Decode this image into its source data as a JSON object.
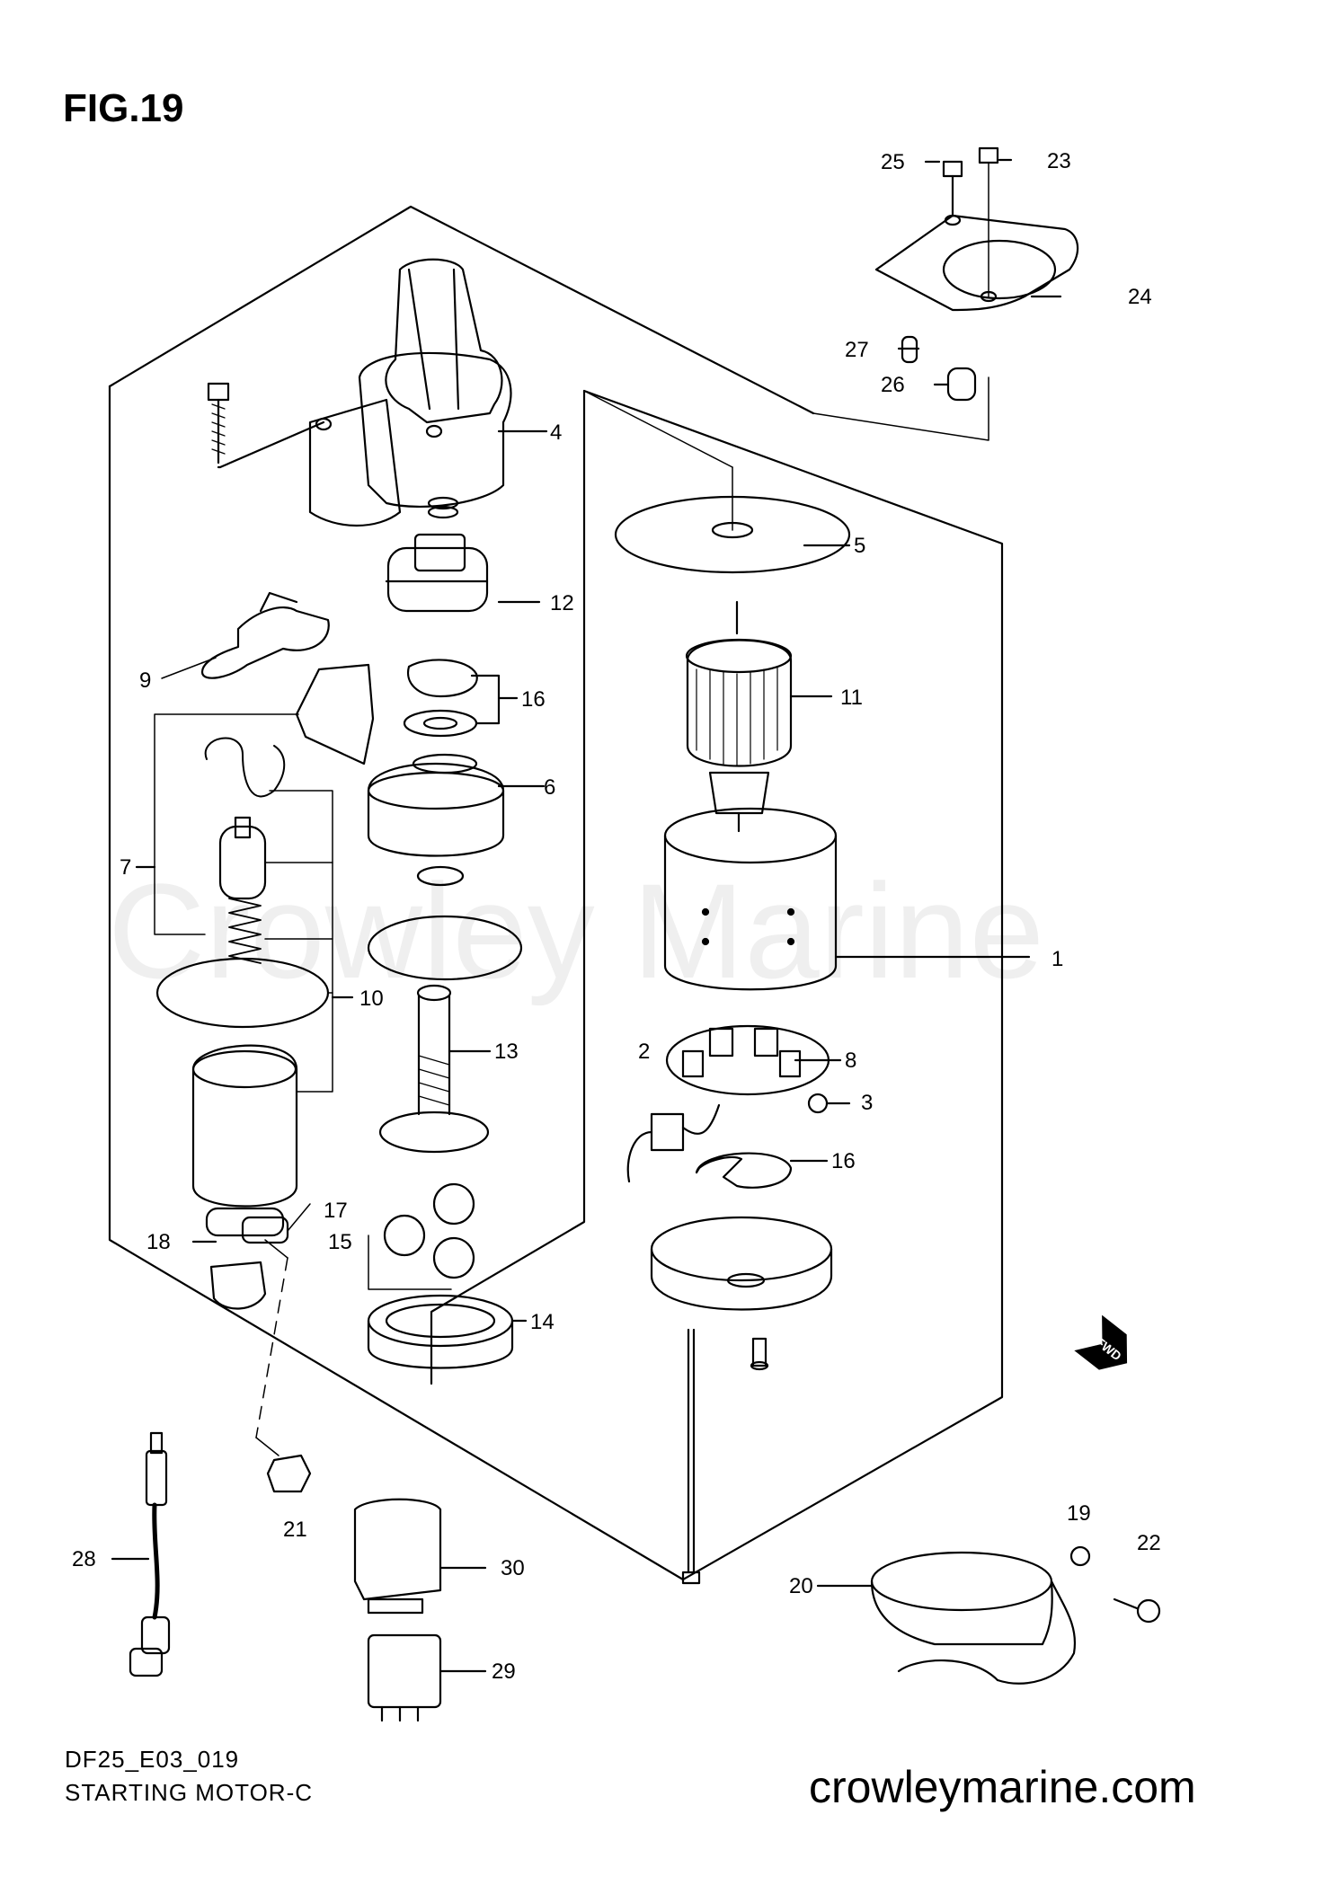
{
  "figure": {
    "title": "FIG.19",
    "model_code": "DF25_E03_019",
    "caption": "STARTING MOTOR-C",
    "website": "crowleymarine.com",
    "watermark": "Crowley Marine"
  },
  "callouts": [
    "1",
    "2",
    "3",
    "4",
    "5",
    "6",
    "7",
    "8",
    "9",
    "10",
    "11",
    "12",
    "13",
    "14",
    "15",
    "16",
    "16",
    "17",
    "18",
    "19",
    "20",
    "21",
    "22",
    "23",
    "24",
    "25",
    "26",
    "27",
    "28",
    "29",
    "30"
  ],
  "badge": "FWD"
}
